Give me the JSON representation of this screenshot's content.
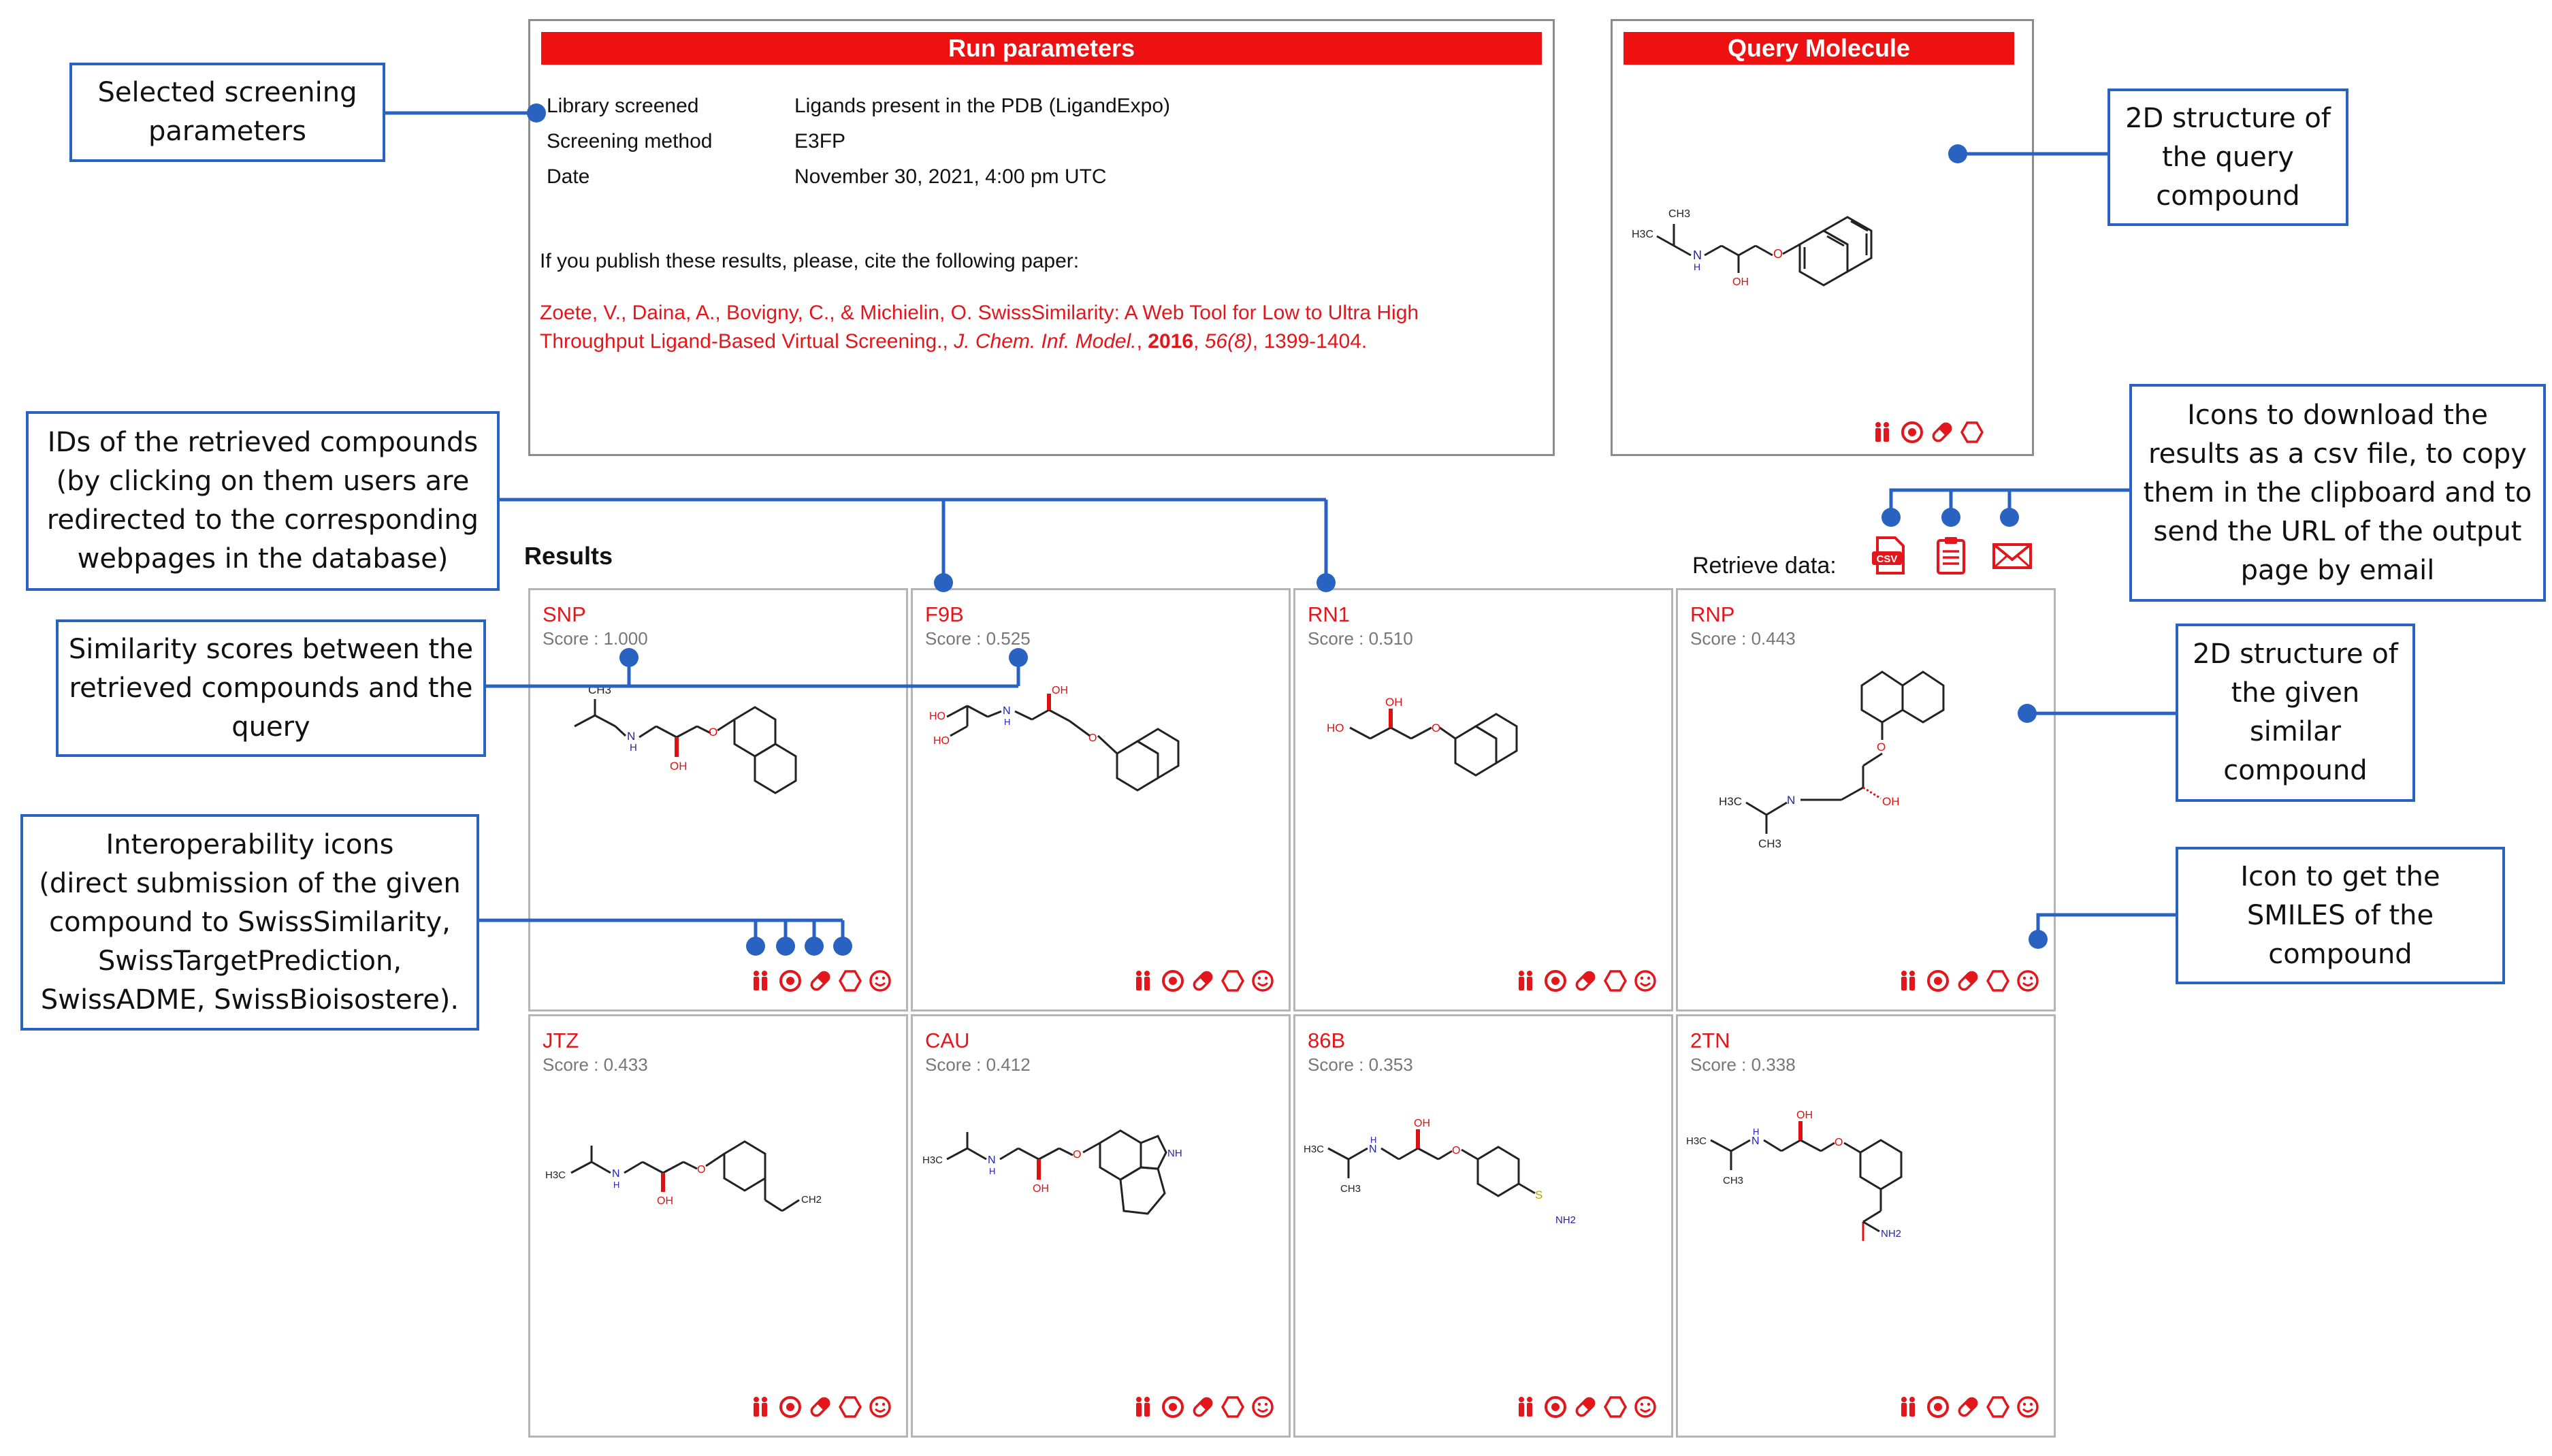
{
  "run_parameters": {
    "title": "Run parameters",
    "rows": [
      {
        "label": "Library screened",
        "value": "Ligands present in the PDB (LigandExpo)"
      },
      {
        "label": "Screening method",
        "value": "E3FP"
      },
      {
        "label": "Date",
        "value": "November 30, 2021, 4:00 pm UTC"
      }
    ],
    "cite_prompt": "If you publish these results, please, cite the following paper:",
    "citation": {
      "authors_title": "Zoete, V., Daina, A., Bovigny, C., & Michielin, O. SwissSimilarity: A Web Tool for Low to Ultra High",
      "line2_start": "Throughput Ligand-Based Virtual Screening.,",
      "journal": "J. Chem. Inf. Model.",
      "year": "2016",
      "volume": "56(8)",
      "pages": "1399-1404."
    }
  },
  "query_molecule": {
    "title": "Query Molecule",
    "atom_labels": [
      "CH3",
      "H3C",
      "N",
      "H",
      "OH",
      "O"
    ]
  },
  "results": {
    "title": "Results",
    "retrieve_label": "Retrieve data:",
    "retrieve_icons": [
      "csv-download-icon",
      "clipboard-copy-icon",
      "email-url-icon"
    ],
    "icon_csv_text": "CSV",
    "cards": [
      {
        "id": "SNP",
        "score": "Score : 1.000"
      },
      {
        "id": "F9B",
        "score": "Score : 0.525"
      },
      {
        "id": "RN1",
        "score": "Score : 0.510"
      },
      {
        "id": "RNP",
        "score": "Score : 0.443"
      },
      {
        "id": "JTZ",
        "score": "Score : 0.433"
      },
      {
        "id": "CAU",
        "score": "Score : 0.412"
      },
      {
        "id": "86B",
        "score": "Score : 0.353"
      },
      {
        "id": "2TN",
        "score": "Score : 0.338"
      }
    ],
    "card_icons": [
      "swisssimilarity-icon",
      "swisstargetprediction-icon",
      "swissadme-icon",
      "swissbioisostere-icon",
      "smiles-icon"
    ],
    "atom_labels": {
      "SNP": [
        "CH3",
        "H",
        "N",
        "OH",
        "O"
      ],
      "F9B": [
        "HO",
        "N",
        "H",
        "OH",
        "HO",
        "O"
      ],
      "RN1": [
        "OH",
        "HO",
        "O"
      ],
      "RNP": [
        "O",
        "H3C",
        "N",
        "CH3",
        "OH"
      ],
      "JTZ": [
        "H3C",
        "N",
        "H",
        "OH",
        "O",
        "CH2"
      ],
      "CAU": [
        "H3C",
        "N",
        "H",
        "OH",
        "O",
        "NH"
      ],
      "86B": [
        "H3C",
        "N",
        "H",
        "CH3",
        "OH",
        "O",
        "S",
        "NH2"
      ],
      "2TN": [
        "H3C",
        "N",
        "H",
        "CH3",
        "OH",
        "O",
        "NH2"
      ]
    }
  },
  "callouts": {
    "selected_params": [
      "Selected screening",
      "parameters"
    ],
    "query_structure": [
      "2D structure of",
      "the query",
      "compound"
    ],
    "download_icons": [
      "Icons to download the",
      "results as a csv file, to copy",
      "them in the clipboard and to",
      "send the URL of the output",
      "page by email"
    ],
    "ids": [
      "IDs of the retrieved compounds",
      "(by clicking on them users are",
      "redirected to the corresponding",
      "webpages in the database)"
    ],
    "similarity": [
      "Similarity scores between the",
      "retrieved compounds and the",
      "query"
    ],
    "given_structure": [
      "2D structure of",
      "the given",
      "similar",
      "compound"
    ],
    "interop": [
      "Interoperability icons",
      "(direct submission of the given",
      "compound to SwissSimilarity,",
      "SwissTargetPrediction,",
      "SwissADME, SwissBioisostere)."
    ],
    "smiles": [
      "Icon to get the",
      "SMILES of the",
      "compound"
    ]
  },
  "colors": {
    "accent_red": "#e3161b",
    "bar_red": "#ee1111",
    "callout_blue": "#2a62c1"
  }
}
